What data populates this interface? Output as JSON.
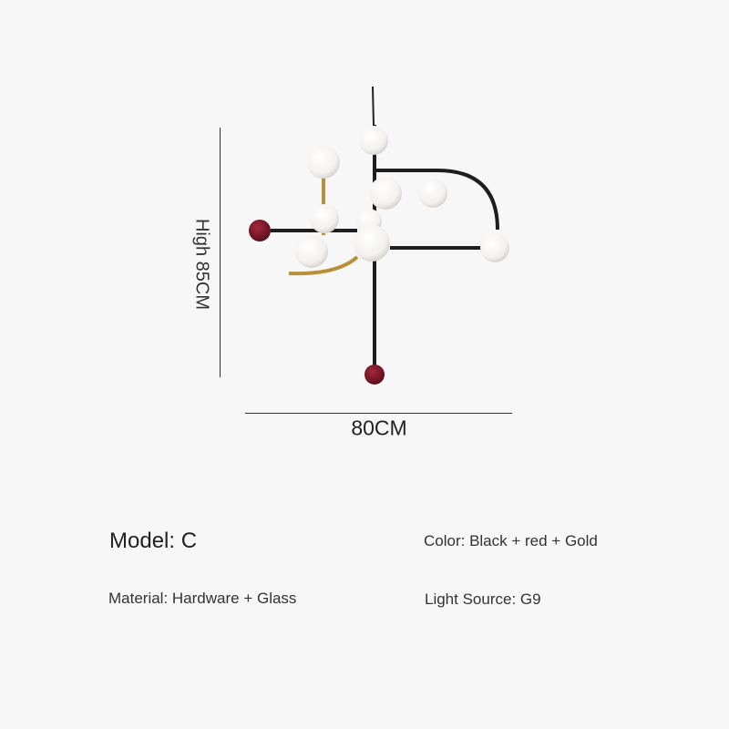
{
  "product_image": {
    "name": "pendant-chandelier",
    "colors": {
      "metal": "#1e1e1e",
      "accent_ball": "#7d1628",
      "gold": "#b8903a",
      "glass": "#ffffff"
    }
  },
  "dimensions": {
    "height_label": "High 85CM",
    "width_label": "80CM"
  },
  "specs": {
    "model": "Model: C",
    "color": "Color: Black + red + Gold",
    "material": "Material: Hardware + Glass",
    "light_source": "Light Source: G9"
  }
}
